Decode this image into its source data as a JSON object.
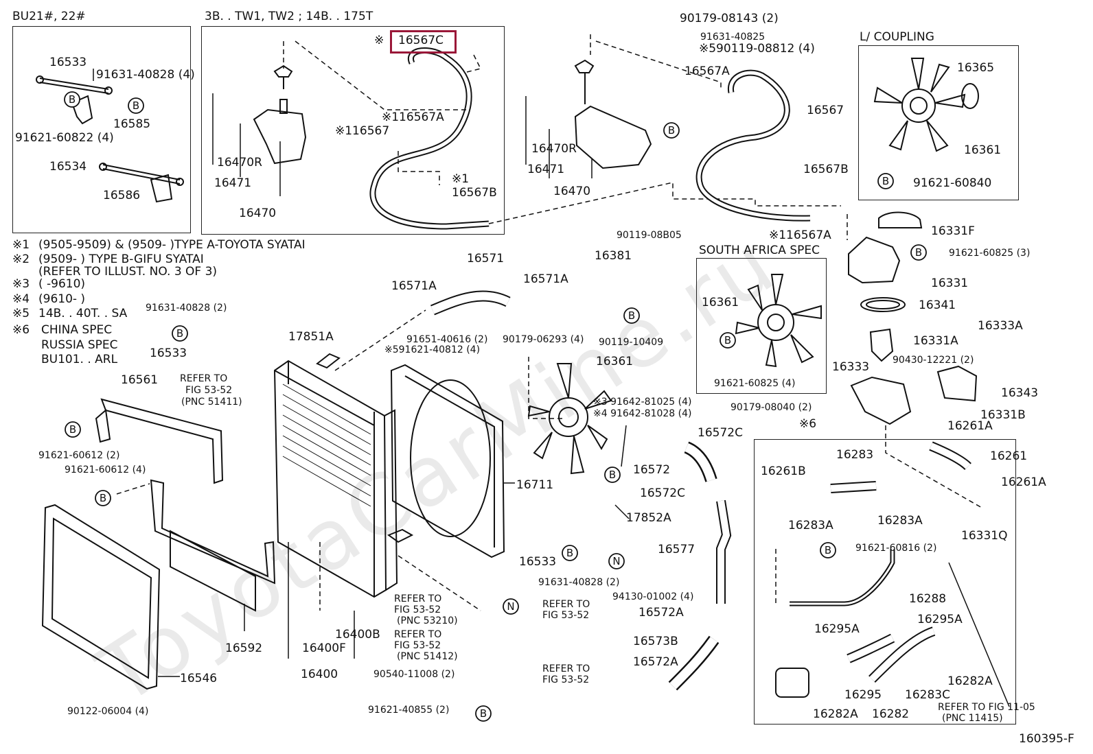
{
  "diagram_ref": "160395-F",
  "watermark": "ToyotaCarMine.ru",
  "highlighted_part": "16567C",
  "frames": {
    "frame1_title": "BU21#, 22#",
    "frame2_title": "3B. . TW1, TW2 ; 14B. . 175T",
    "frame3_title": "L/ COUPLING",
    "frame4_title": "SOUTH AFRICA SPEC",
    "frame5_mark": "※6"
  },
  "notes": [
    {
      "mark": "※1",
      "text": "(9505-9509) & (9509-          )TYPE A-TOYOTA SYATAI"
    },
    {
      "mark": "※2",
      "text": "(9509-          ) TYPE B-GIFU SYATAI"
    },
    {
      "mark": "",
      "text": "(REFER TO ILLUST. NO. 3 OF 3)"
    },
    {
      "mark": "※3",
      "text": "(          -9610)"
    },
    {
      "mark": "※4",
      "text": "(9610-          )"
    },
    {
      "mark": "※5",
      "text": "14B. . 40T. . SA"
    },
    {
      "mark": "※6",
      "text": "CHINA SPEC"
    },
    {
      "mark": "",
      "text": "RUSSIA SPEC"
    },
    {
      "mark": "",
      "text": "BU101. . ARL"
    }
  ],
  "labels": {
    "l01": "16533",
    "l02": "91631-40828 (4)",
    "l03": "16585",
    "l04": "91621-60822 (4)",
    "l05": "16534",
    "l06": "16586",
    "l07": "※",
    "l08": "16567C",
    "l09": "※116567A",
    "l10": "※116567",
    "l11": "16470R",
    "l12": "16471",
    "l13": "16470",
    "l14": "※1",
    "l15": "16567B",
    "l16": "90179-08143 (2)",
    "l17": "91631-40825",
    "l18": "※590119-08812 (4)",
    "l19": "16567A",
    "l20": "16567",
    "l21": "16470R",
    "l22": "16471",
    "l23": "16470",
    "l24": "16567B",
    "l25": "※116567A",
    "l26": "16365",
    "l27": "16361",
    "l28": "91621-60840",
    "l29": "16331F",
    "l30": "91621-60825 (3)",
    "l31": "16331",
    "l32": "16341",
    "l33": "16333A",
    "l34": "16331A",
    "l35": "16333",
    "l36": "90430-12221 (2)",
    "l37": "16343",
    "l38": "16331B",
    "l39": "16261A",
    "l40": "16261",
    "l41": "16261A",
    "l42": "16331Q",
    "l43": "90179-08040 (2)",
    "l44": "16361",
    "l45": "91621-60825 (4)",
    "l46": "16381",
    "l47": "90119-08B05",
    "l48": "90119-10409",
    "l49": "16571",
    "l50": "16571A",
    "l51": "16571A",
    "l52": "91651-40616 (2)",
    "l53": "※591621-40812 (4)",
    "l54": "90179-06293 (4)",
    "l55": "16361",
    "l56": "※3  91642-81025 (4)",
    "l57": "※4  91642-81028 (4)",
    "l58": "16572C",
    "l59": "16572",
    "l60": "16572C",
    "l61": "17852A",
    "l62": "16577",
    "l63": "16533",
    "l64": "91631-40828 (2)",
    "l65": "94130-01002 (4)",
    "l66": "16572A",
    "l67": "16573B",
    "l68": "16572A",
    "l69": "16711",
    "l70": "91631-40828 (2)",
    "l71": "17851A",
    "l72": "16533",
    "l73": "REFER TO",
    "l74": "FIG 53-52",
    "l75": "(PNC 51411)",
    "l76": "16561",
    "l77": "91621-60612 (2)",
    "l78": "91621-60612 (4)",
    "l79": "16592",
    "l80": "16546",
    "l81": "90122-06004 (4)",
    "l82": "16400F",
    "l83": "16400B",
    "l84": "16400",
    "l85": "REFER TO",
    "l86": "FIG 53-52",
    "l87": "(PNC 53210)",
    "l88": "REFER TO",
    "l89": "FIG 53-52",
    "l90": "(PNC 51412)",
    "l91": "90540-11008 (2)",
    "l92": "91621-40855 (2)",
    "l93": "REFER TO",
    "l94": "FIG 53-52",
    "l95": "REFER TO",
    "l96": "FIG 53-52",
    "l97": "16283",
    "l98": "16261B",
    "l99": "16283A",
    "l100": "16283A",
    "l101": "91621-60816 (2)",
    "l102": "16288",
    "l103": "16295A",
    "l104": "16295A",
    "l105": "16282A",
    "l106": "16283C",
    "l107": "16295",
    "l108": "16282",
    "l109": "16282A",
    "l110": "REFER TO FIG 11-05",
    "l111": "(PNC 11415)"
  },
  "callouts": {
    "b": "B",
    "n": "N"
  }
}
